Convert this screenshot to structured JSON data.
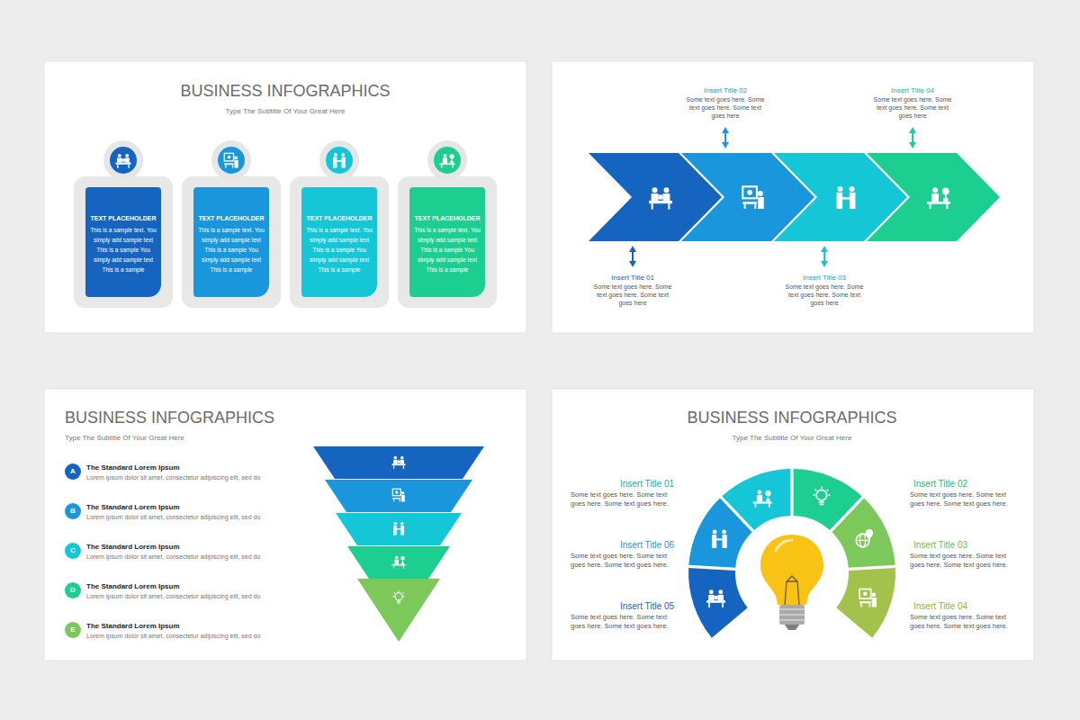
{
  "diagram": {
    "title": "BUSINESS INFOGRAPHICS",
    "nodes": [
      {
        "text": [
          "TEXT PLACEHOLDER",
          "This is a sample text. You simply add sample text This is a sample You simply add sample text This is a sample"
        ]
      },
      {
        "text": [
          "TEXT PLACEHOLDER",
          "This is a sample text. You simply add sample text This is a sample You simply add sample text This is a sample"
        ]
      },
      {
        "text": [
          "TEXT PLACEHOLDER",
          "This is a sample text. You simply add sample text This is a sample You simply add sample text This is a sample"
        ]
      },
      {
        "text": [
          "TEXT PLACEHOLDER",
          "This is a sample text. You simply add sample text This is a sample You simply add sample text This is a sample"
        ]
      },
      {
        "text": [
          "A"
        ]
      },
      {
        "text": [
          "B"
        ]
      },
      {
        "text": [
          "C"
        ]
      },
      {
        "text": [
          "D"
        ]
      },
      {
        "text": [
          "E"
        ]
      }
    ],
    "labels": [
      "Type The Subtitle Of Your Great Here",
      "Insert Title 02",
      "Some text goes here. Some text goes here. Some text goes here",
      "Insert Title 04",
      "Some text goes here. Some text goes here. Some text goes here",
      "Insert Title 01",
      "Some text goes here. Some text goes here. Some text goes here",
      "Insert Title 03",
      "Some text goes here. Some text goes here. Some text goes here",
      "BUSINESS INFOGRAPHICS",
      "Type The Subtitle Of Your Great Here",
      "The Standard Lorem Ipsum",
      "Lorem ipsum dolor sit amet, consectetur adipiscing elit, sed do",
      "The Standard Lorem Ipsum",
      "Lorem ipsum dolor sit amet, consectetur adipiscing elit, sed do",
      "The Standard Lorem Ipsum",
      "Lorem ipsum dolor sit amet, consectetur adipiscing elit, sed do",
      "The Standard Lorem Ipsum",
      "Lorem ipsum dolor sit amet, consectetur adipiscing elit, sed do",
      "The Standard Lorem Ipsum",
      "Lorem ipsum dolor sit amet, consectetur adipiscing elit, sed do",
      "BUSINESS INFOGRAPHICS",
      "Type The Subtitle Of Your Great Here",
      "Insert Title 01",
      "Some text goes here. Some text goes here. Some text goes here.",
      "Insert Title 02",
      "Some text goes here. Some text goes here. Some text goes here.",
      "Insert Title 06",
      "Some text goes here. Some text goes here. Some text goes here.",
      "Insert Title 03",
      "Some text goes here. Some text goes here. Some text goes here.",
      "Insert Title 05",
      "Some text goes here. Some text goes here. Some text goes here.",
      "Insert Title 04",
      "Some text goes here. Some text goes here. Some text goes here."
    ]
  }
}
